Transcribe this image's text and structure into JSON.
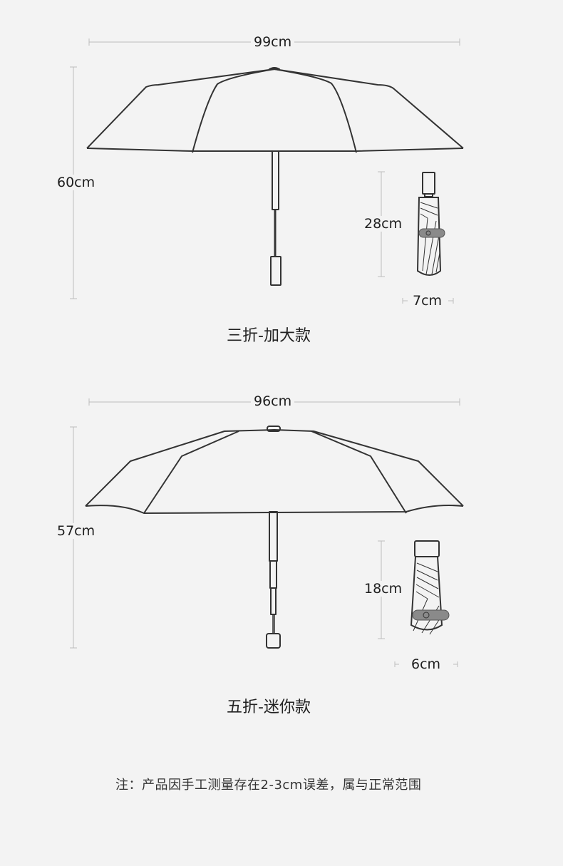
{
  "model_large": {
    "caption": "三折-加大款",
    "open_width": "99cm",
    "open_height": "60cm",
    "folded_length": "28cm",
    "folded_width": "7cm"
  },
  "model_mini": {
    "caption": "五折-迷你款",
    "open_width": "96cm",
    "open_height": "57cm",
    "folded_length": "18cm",
    "folded_width": "6cm"
  },
  "note": "注：产品因手工测量存在2-3cm误差，属与正常范围",
  "colors": {
    "background": "#f3f3f3",
    "outline": "#333333",
    "dimension_line": "#bbbbbb",
    "strap": "#8a8a8a"
  }
}
